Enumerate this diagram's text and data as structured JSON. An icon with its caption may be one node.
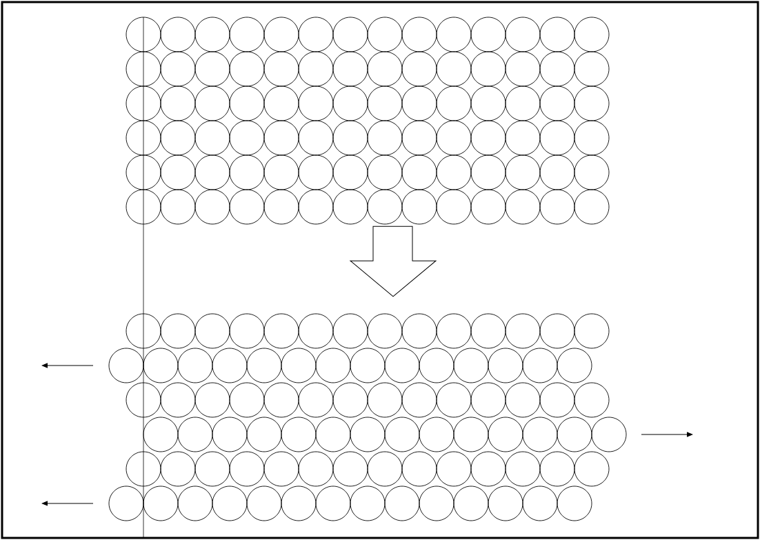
{
  "diagram": {
    "nodes": [
      {
        "text": [],
        "shape": "picture"
      },
      {
        "text": [],
        "shape": "picture"
      }
    ],
    "edges": [
      {
        "from": 0,
        "to": 1,
        "arrow": "to"
      }
    ]
  }
}
